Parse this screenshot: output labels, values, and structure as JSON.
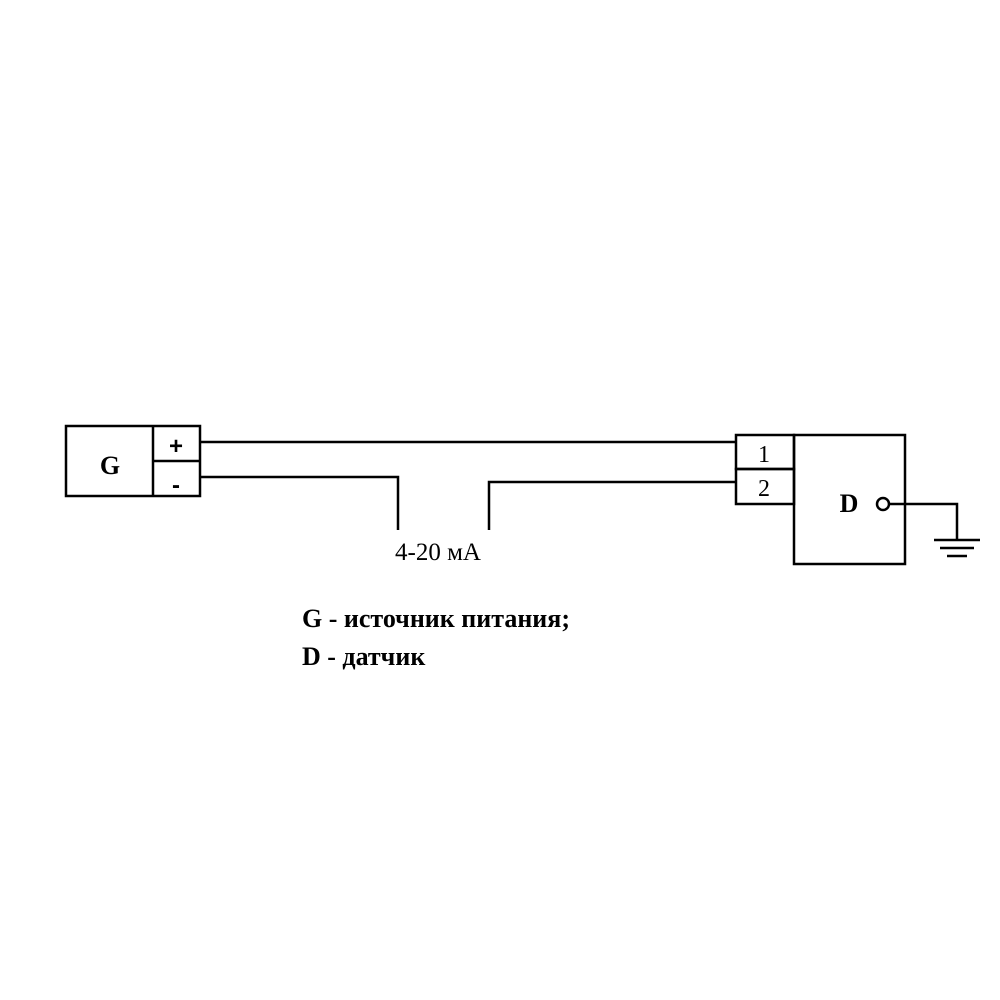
{
  "source": {
    "label": "G",
    "terminal_plus": "+",
    "terminal_minus": "-"
  },
  "sensor": {
    "label": "D",
    "terminal_1": "1",
    "terminal_2": "2"
  },
  "current_label": "4-20 мА",
  "legend": {
    "line_g": "G - источник питания;",
    "line_d": "D - датчик"
  }
}
